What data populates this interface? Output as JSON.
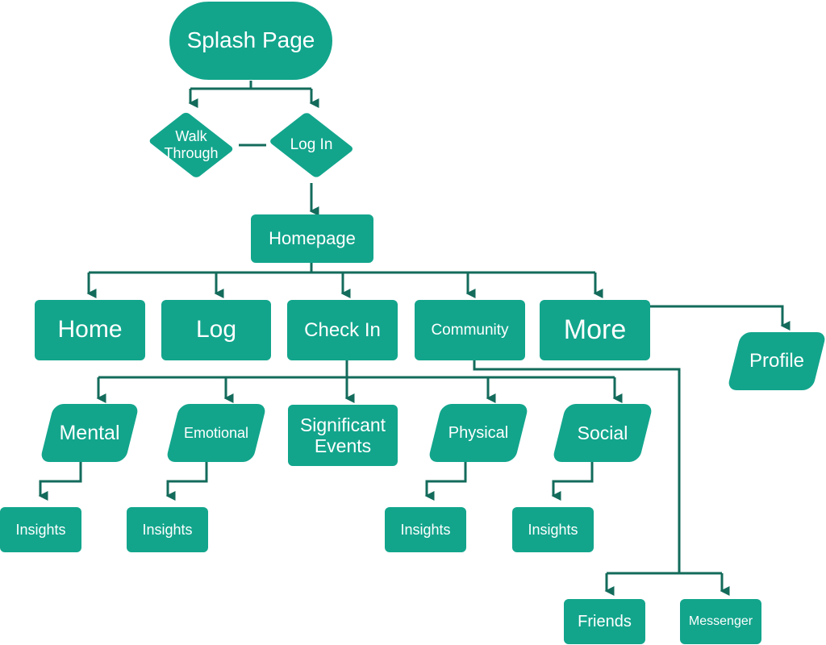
{
  "diagram": {
    "colors": {
      "node": "#12a58c",
      "line": "#136b5b",
      "text": "#ffffff"
    },
    "nodes": {
      "splash": "Splash Page",
      "walkthrough": "Walk Through",
      "login": "Log In",
      "homepage": "Homepage",
      "home": "Home",
      "log": "Log",
      "checkin": "Check In",
      "community": "Community",
      "more": "More",
      "profile": "Profile",
      "mental": "Mental",
      "emotional": "Emotional",
      "significant": "Significant Events",
      "physical": "Physical",
      "social": "Social",
      "insights_mental": "Insights",
      "insights_emotional": "Insights",
      "insights_physical": "Insights",
      "insights_social": "Insights",
      "friends": "Friends",
      "messenger": "Messenger"
    }
  }
}
